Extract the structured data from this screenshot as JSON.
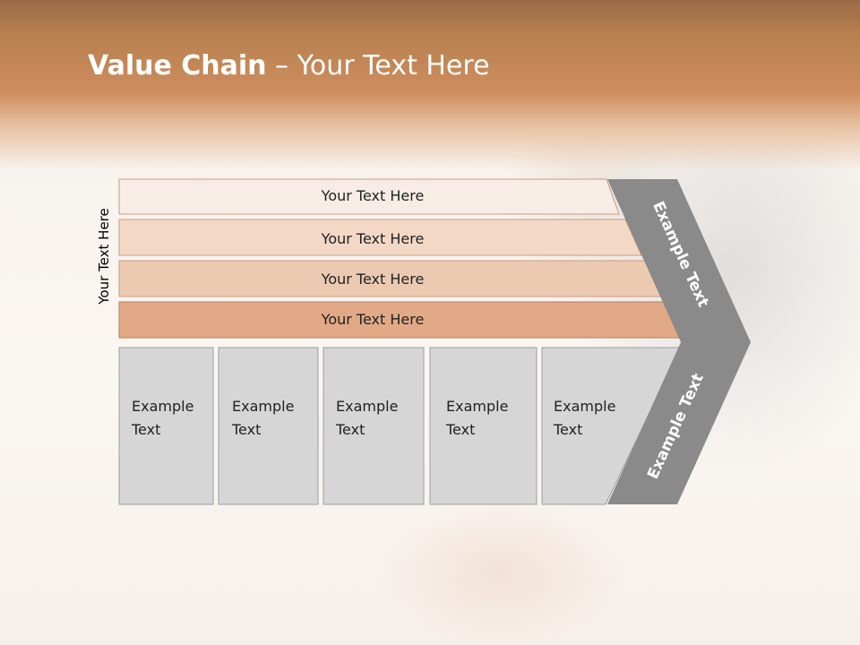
{
  "title": {
    "bold": "Value Chain",
    "rest": " – Your Text Here"
  },
  "side_label": "Your Text Here",
  "bands": [
    {
      "label": "Your Text Here",
      "fill": "#f7ece6",
      "stroke": "#c99b80"
    },
    {
      "label": "Your Text Here",
      "fill": "#f3d8c6",
      "stroke": "#c99b80"
    },
    {
      "label": "Your Text Here",
      "fill": "#eccab2",
      "stroke": "#c99b80"
    },
    {
      "label": "Your Text Here",
      "fill": "#e2a986",
      "stroke": "#b47d5f"
    }
  ],
  "boxes": [
    {
      "line1": "Example",
      "line2": "Text"
    },
    {
      "line1": "Example",
      "line2": "Text"
    },
    {
      "line1": "Example",
      "line2": "Text"
    },
    {
      "line1": "Example",
      "line2": "Text"
    },
    {
      "line1": "Example",
      "line2": "Text"
    }
  ],
  "chevron": {
    "upper": "Example Text",
    "lower": "Example Text",
    "fill": "#8a8a8a"
  },
  "colors": {
    "box_fill": "#d6d6d6",
    "box_stroke": "#9d9d9d",
    "header": "#cf8e5f"
  }
}
